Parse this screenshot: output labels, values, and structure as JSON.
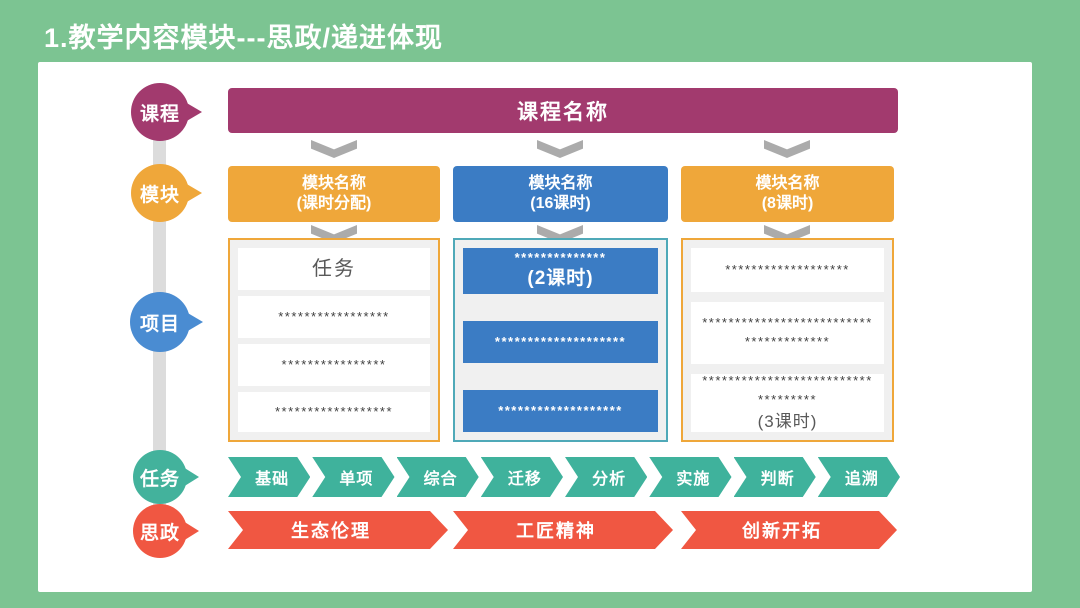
{
  "title": "1.教学内容模块---思政/递进体现",
  "rail": [
    "课程",
    "模块",
    "项目",
    "任务",
    "思政"
  ],
  "banner": "课程名称",
  "modules": [
    {
      "line1": "模块名称",
      "line2": "(课时分配)"
    },
    {
      "line1": "模块名称",
      "line2": "(16课时)"
    },
    {
      "line1": "模块名称",
      "line2": "(8课时)"
    }
  ],
  "columns": {
    "left": {
      "box1": "任务",
      "box2": "*****************",
      "box3": "****************",
      "box4": "******************"
    },
    "middle": {
      "box1_line1": "**************",
      "box1_line2": "(2课时)",
      "box2": "********************",
      "box3": "*******************"
    },
    "right": {
      "box1": "*******************",
      "box2_line1": "**************************",
      "box2_line2": "*************",
      "box3_line1": "**************************",
      "box3_line2": "*********",
      "box3_line3": "(3课时)"
    }
  },
  "tasks": [
    "基础",
    "单项",
    "综合",
    "迁移",
    "分析",
    "实施",
    "判断",
    "追溯"
  ],
  "ideology": [
    "生态伦理",
    "工匠精神",
    "创新开拓"
  ],
  "colors": {
    "background": "#7cc492",
    "magenta": "#a23a6e",
    "orange": "#efa73a",
    "blue": "#3b7cc4",
    "blue_circle": "#4a8cd2",
    "teal": "#3fb29c",
    "teal_border": "#4fa9b8",
    "red": "#f05742",
    "gray_chevron": "#ababab",
    "gray_rail": "#dcdcdc",
    "panel_bg": "#ffffff",
    "column_bg": "#f0f0f0"
  }
}
